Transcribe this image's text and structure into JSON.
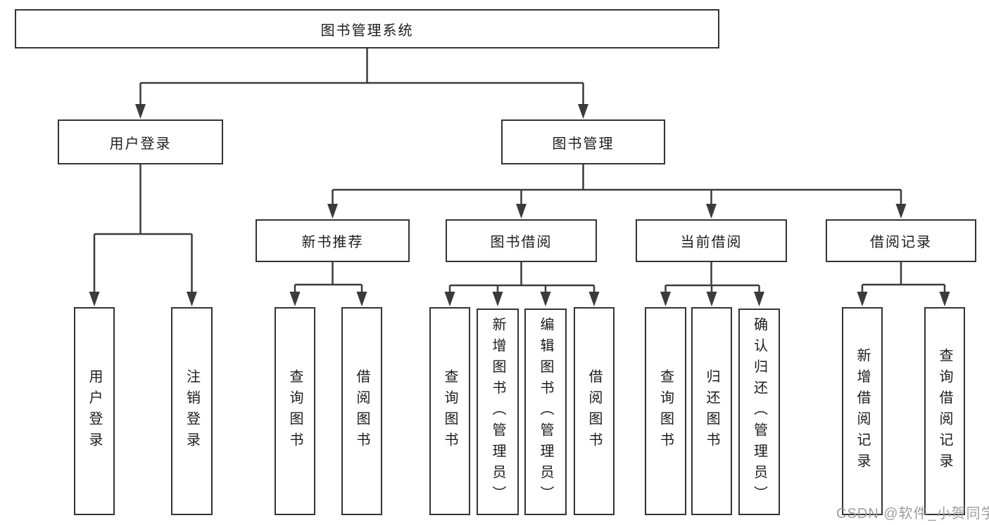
{
  "diagram": {
    "root": {
      "label": "图书管理系统"
    },
    "level2": [
      {
        "label": "用户登录"
      },
      {
        "label": "图书管理"
      }
    ],
    "level3": [
      {
        "label": "新书推荐"
      },
      {
        "label": "图书借阅"
      },
      {
        "label": "当前借阅"
      },
      {
        "label": "借阅记录"
      }
    ],
    "children": {
      "user_login": [
        {
          "label": "用户登录"
        },
        {
          "label": "注销登录"
        }
      ],
      "new_book": [
        {
          "label": "查询图书"
        },
        {
          "label": "借阅图书"
        }
      ],
      "book_borrow": [
        {
          "label": "查询图书"
        },
        {
          "label": "新增图书（管理员）"
        },
        {
          "label": "编辑图书（管理员）"
        },
        {
          "label": "借阅图书"
        }
      ],
      "current_borrow": [
        {
          "label": "查询图书"
        },
        {
          "label": "归还图书"
        },
        {
          "label": "确认归还（管理员）"
        }
      ],
      "borrow_records": [
        {
          "label": "新增借阅记录"
        },
        {
          "label": "查询借阅记录"
        }
      ]
    },
    "watermark": "CSDN @软件_小贺同学",
    "colors": {
      "line": "#3b3b3b",
      "box_border": "#343434",
      "box_background": "#ffffff",
      "text": "#1c1c1c",
      "watermark": "#9e9e9e"
    }
  }
}
